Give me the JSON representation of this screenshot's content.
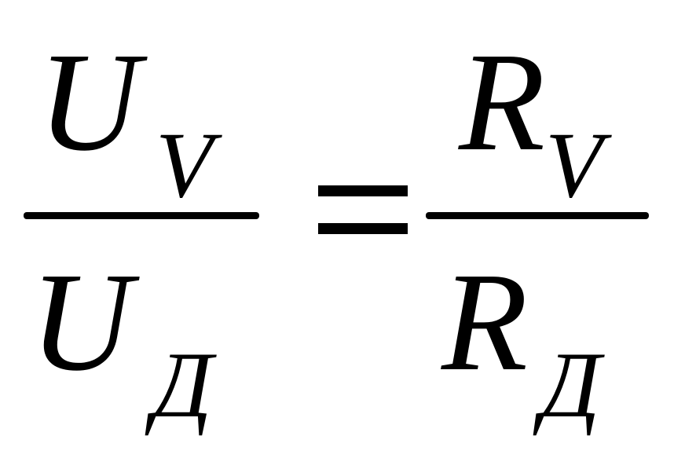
{
  "equation": {
    "left": {
      "numerator": {
        "symbol": "U",
        "subscript": "V"
      },
      "denominator": {
        "symbol": "U",
        "subscript": "Д"
      }
    },
    "operator": "=",
    "right": {
      "numerator": {
        "symbol": "R",
        "subscript": "V"
      },
      "denominator": {
        "symbol": "R",
        "subscript": "Д"
      }
    }
  },
  "colors": {
    "ink": "#000000",
    "background": "#ffffff"
  }
}
